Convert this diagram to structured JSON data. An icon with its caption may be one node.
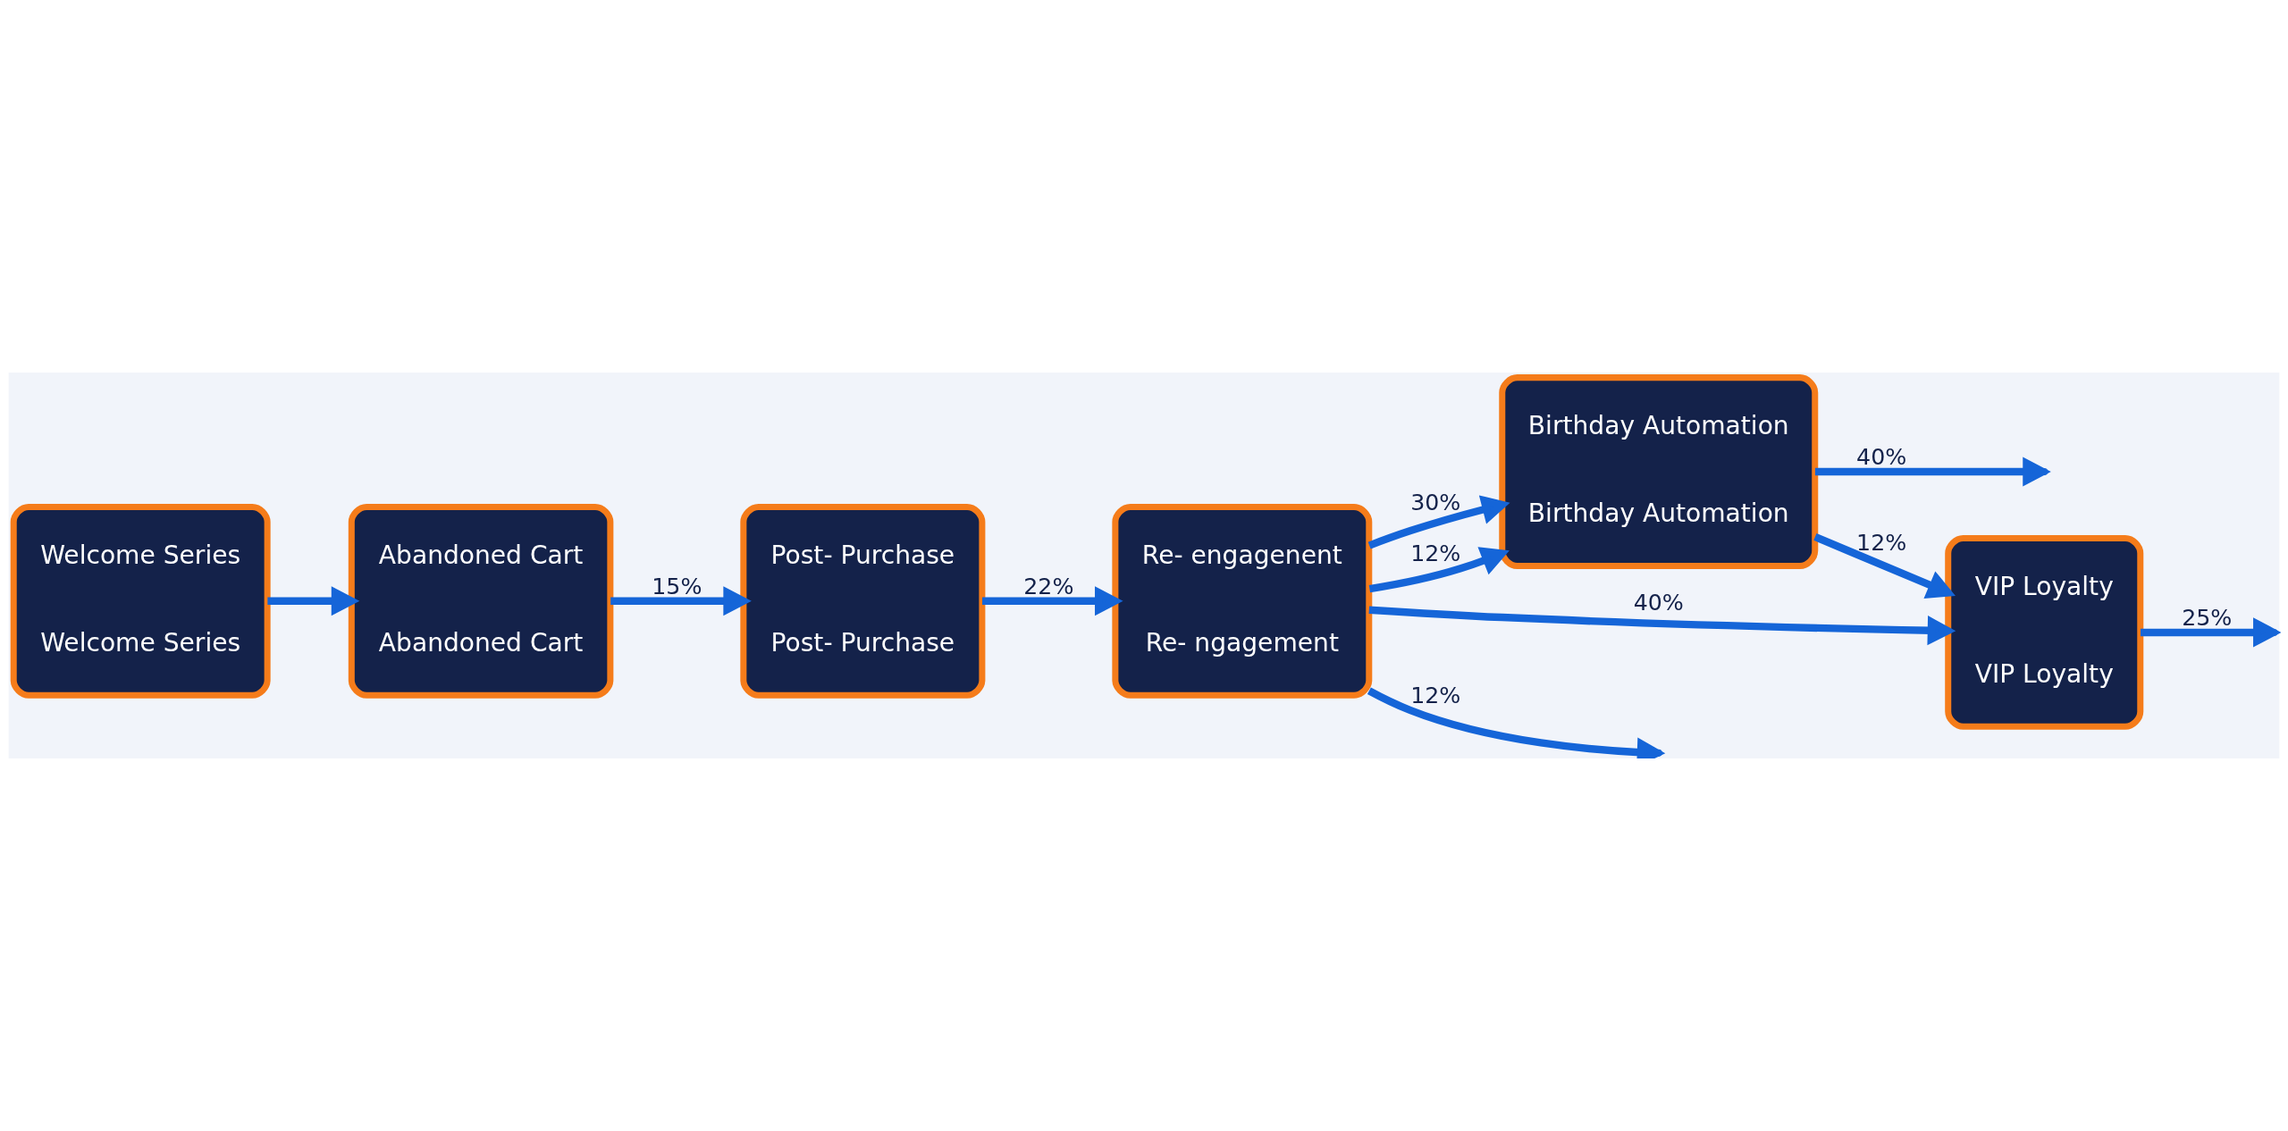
{
  "diagram": {
    "nodes": [
      {
        "text": [
          "Welcome Series",
          "Welcome Series"
        ]
      },
      {
        "text": [
          "Abandoned Cart",
          "Abandoned Cart"
        ]
      },
      {
        "text": [
          "Post- Purchase",
          "Post- Purchase"
        ]
      },
      {
        "text": [
          "Re- engagenent",
          "Re- ngagement"
        ]
      },
      {
        "text": [
          "Birthday Automation",
          "Birthday Automation"
        ]
      },
      {
        "text": [
          "VIP Loyalty",
          "VIP Loyalty"
        ]
      }
    ],
    "edges": [
      {
        "from": 0,
        "to": 1,
        "arrow": "to"
      },
      {
        "from": 1,
        "to": 2,
        "arrow": "to",
        "label": "15%"
      },
      {
        "from": 2,
        "to": 3,
        "arrow": "to",
        "label": "22%"
      },
      {
        "from": 3,
        "to": 4,
        "arrow": "to",
        "label": "30%"
      },
      {
        "from": 4,
        "to": 5,
        "arrow": "to",
        "label": "12%"
      },
      {
        "from": 5,
        "to": null,
        "arrow": "to",
        "label": "25%"
      },
      {
        "from": 3,
        "to": 4,
        "arrow": "to",
        "label": "12%"
      },
      {
        "from": 3,
        "to": 5,
        "arrow": "to",
        "label": "40%"
      },
      {
        "from": 3,
        "to": null,
        "arrow": "to",
        "label": "12%"
      },
      {
        "from": 4,
        "to": null,
        "arrow": "to",
        "label": "40%"
      }
    ]
  }
}
